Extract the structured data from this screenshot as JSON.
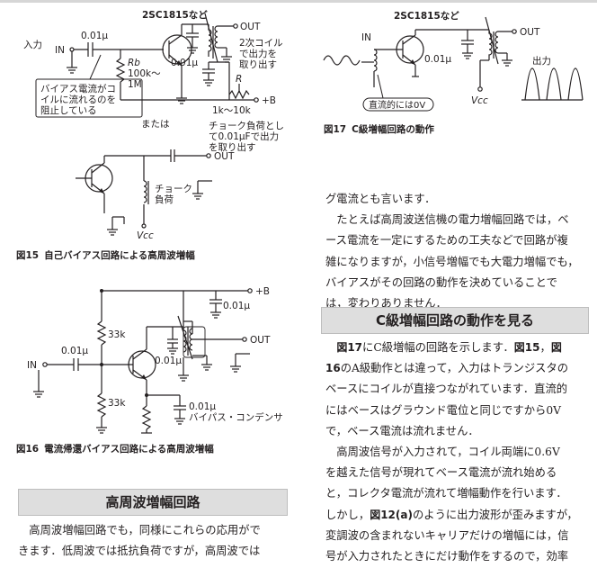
{
  "fig15": {
    "caption_num": "図15",
    "caption": "自己バイアス回路による高周波増幅",
    "transistor": "2SC1815など",
    "out": "OUT",
    "input": "入力",
    "in": "IN",
    "cap1": "0.01μ",
    "cap2": "0.01μ",
    "rb": "Rb",
    "rb_val": "100k〜",
    "rb_val2": "1M",
    "r": "R",
    "r_val": "1k〜10k",
    "plusb": "+B",
    "coil_note": [
      "2次コイル",
      "で出力を",
      "取り出す"
    ],
    "bias_note": [
      "バイアス電流がコ",
      "イルに流れるのを",
      "阻止している"
    ],
    "or": "または",
    "choke_note": [
      "チョーク負荷とし",
      "て0.01μFで出力",
      "を取り出す"
    ],
    "out2": "OUT",
    "choke_label": [
      "チョーク",
      "負荷"
    ],
    "vcc": "Vcc"
  },
  "fig16": {
    "caption_num": "図16",
    "caption": "電流帰還バイアス回路による高周波増幅",
    "plusb": "+B",
    "cap_top": "0.01μ",
    "r_top": "33k",
    "out": "OUT",
    "cap_mid": "0.01μ",
    "cap_in": "0.01μ",
    "in": "IN",
    "r_bot": "33k",
    "cap_bypass": "0.01μ",
    "bypass_label": "バイパス・コンデンサ"
  },
  "fig17": {
    "caption_num": "図17",
    "caption": "C級増幅回路の動作",
    "transistor": "2SC1815など",
    "out": "OUT",
    "cap": "0.01μ",
    "in": "IN",
    "output": "出力",
    "dc_note": "直流的には0V",
    "vcc": "Vcc"
  },
  "section_rf": {
    "heading": "高周波増幅回路"
  },
  "section_c": {
    "heading": "C級増幅回路の動作を見る"
  },
  "left_text": {
    "p1": "　高周波増幅回路でも，同様にこれらの応用がで",
    "p2": "きます．低周波では抵抗負荷ですが，高周波では"
  },
  "right_text": {
    "l1": "グ電流とも言います．",
    "l2": "　たとえば高周波送信機の電力増幅回路では，ベ",
    "l3": "ース電流を一定にするための工夫などで回路が複",
    "l4": "雑になりますが，小信号増幅でも大電力増幅でも，",
    "l5": "バイアスがその回路の動作を決めていることで",
    "l6": "は，変わりありません．",
    "c1_ref1": "図17",
    "c1_a": "にC級増幅の回路を示します．",
    "c1_ref2": "図15",
    "c1_b": "，",
    "c1_ref3": "図",
    "c2_ref": "16",
    "c2_a": "のA級動作とは違って，入力はトランジスタの",
    "c3": "ベースにコイルが直接つながれています．直流的",
    "c4": "にはベースはグラウンド電位と同じですから0V",
    "c5": "で，ベース電流は流れません．",
    "c6": "　高周波信号が入力されて，コイル両端に0.6V",
    "c7": "を越えた信号が現れてベース電流が流れ始める",
    "c8": "と，コレクタ電流が流れて増幅動作を行います．",
    "c9_a": "しかし，",
    "c9_ref": "図12(a)",
    "c9_b": "のように出力波形が歪みますが，",
    "c10": "変調波の含まれないキャリアだけの増幅には，信",
    "c11": "号が入力されたときにだけ動作をするので，効率"
  }
}
